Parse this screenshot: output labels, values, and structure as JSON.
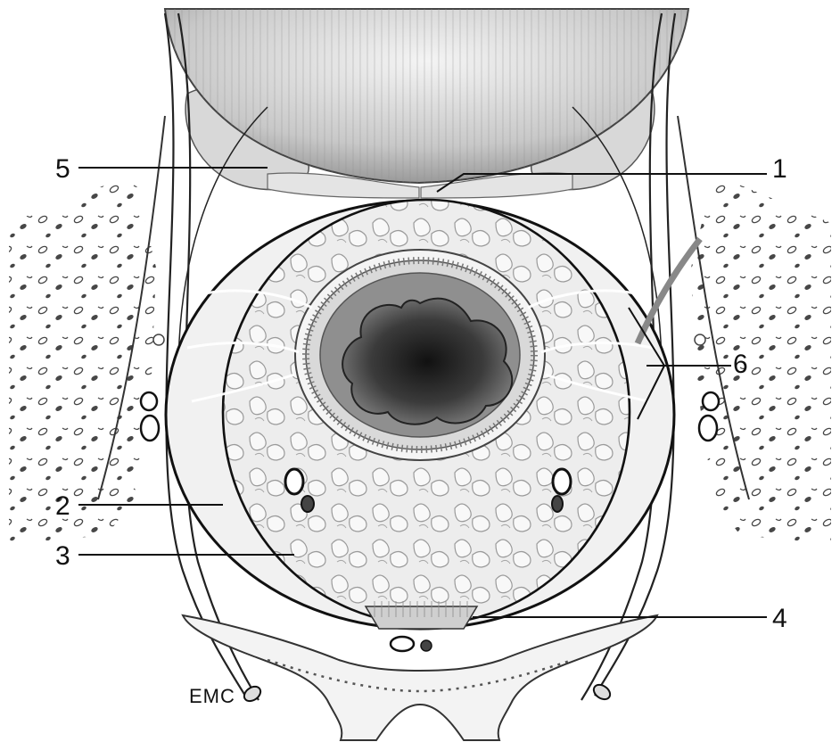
{
  "figure": {
    "callouts": [
      {
        "id": "c5",
        "label": "5"
      },
      {
        "id": "c1",
        "label": "1"
      },
      {
        "id": "c6",
        "label": "6"
      },
      {
        "id": "c2",
        "label": "2"
      },
      {
        "id": "c3",
        "label": "3"
      },
      {
        "id": "c4",
        "label": "4"
      }
    ],
    "signature": "EMC",
    "colors": {
      "line": "#111111",
      "tissue": "#e9e9e9",
      "muscle": "#bdbdbd",
      "lumen": "#8f8f8f",
      "mucosa": "#3a3a3a"
    }
  }
}
